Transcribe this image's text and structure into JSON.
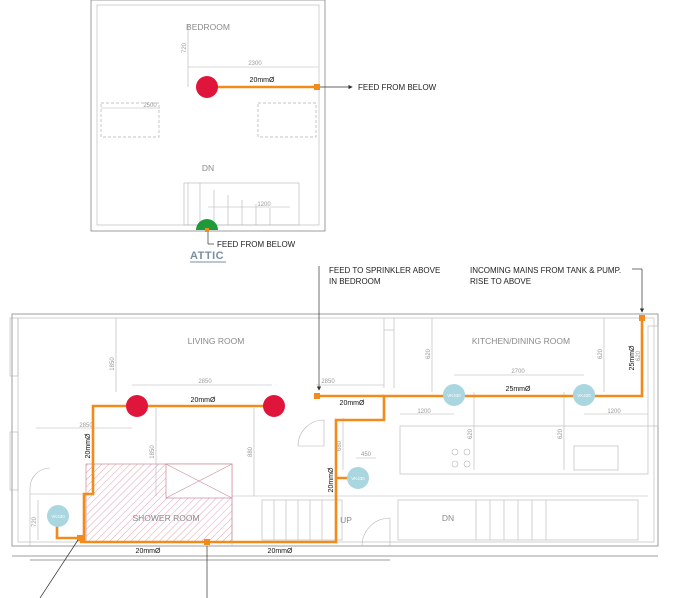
{
  "attic": {
    "title": "ATTIC",
    "rooms": {
      "bedroom": "BEDROOM"
    },
    "stair_label": "DN",
    "pipe_label": "20mmØ",
    "dims": {
      "d1": "2300",
      "d2": "720",
      "d3": "2500",
      "d4": "1200"
    },
    "notes": {
      "feed_right": "FEED FROM BELOW",
      "feed_bottom": "FEED FROM BELOW"
    }
  },
  "ground": {
    "rooms": {
      "living": "LIVING ROOM",
      "kitchen": "KITCHEN/DINING ROOM",
      "shower": "SHOWER ROOM",
      "up": "UP",
      "dn": "DN"
    },
    "notes": {
      "sprinkler_line1": "FEED TO SPRINKLER ABOVE",
      "sprinkler_line2": "IN BEDROOM",
      "mains_line1": "INCOMING MAINS FROM TANK & PUMP.",
      "mains_line2": "RISE TO ABOVE"
    },
    "pipe_labels": {
      "living_top": "20mmØ",
      "living_mid": "20mmØ",
      "kitchen": "25mmØ",
      "riser": "25mmØ",
      "left_riser": "20mmØ",
      "hall_riser": "20mmØ",
      "bottom_left": "20mmØ",
      "bottom_right": "20mmØ"
    },
    "sprinkler_label": "VK430",
    "dims": {
      "a": "2850",
      "b": "2850",
      "c": "2700",
      "d": "1200",
      "e": "1200",
      "f": "2850",
      "g": "1850",
      "h": "1850",
      "i": "620",
      "j": "620",
      "k": "620",
      "l": "620",
      "m": "680",
      "n": "450",
      "o": "720",
      "p": "880",
      "q": "620"
    }
  },
  "colors": {
    "pipe": "#f28a1c",
    "pendant_head": "#e0153c",
    "wall_head": "#a9d6df",
    "feed_head": "#1f9a3a",
    "shower_hatch": "#e7a1ad"
  }
}
